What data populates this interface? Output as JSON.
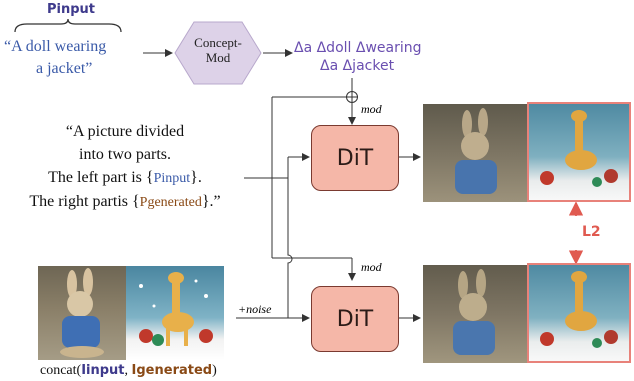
{
  "prompt": {
    "label": "Pinput",
    "line1": "“A doll wearing",
    "line2": "a jacket”"
  },
  "concept_mod": {
    "line1": "Concept-",
    "line2": "Mod"
  },
  "delta_prompt": {
    "line1": "Δa Δdoll Δwearing",
    "line2": "Δa Δjacket"
  },
  "mod_label": "mod",
  "mod_label_2": "mod",
  "template": {
    "line1": "“A picture divided",
    "line2": "into two parts.",
    "line3_prefix": "The left part is {",
    "line3_token": "Pinput",
    "line3_suffix": "}.",
    "line4_prefix": "The right partis {",
    "line4_token": "Pgenerated",
    "line4_suffix": "}.”"
  },
  "dit_top": "DiT",
  "dit_bottom": "DiT",
  "noise_label": "+noise",
  "loss_label": "L2",
  "concat": {
    "prefix": "concat(",
    "input": "Iinput",
    "sep": ", ",
    "generated": "Igenerated",
    "suffix": ")"
  },
  "colors": {
    "dit_fill": "#f5b7a8",
    "concept_mod_fill": "#ddd2e8",
    "loss_red": "#e05a50",
    "prompt_blue": "#3a5aa8",
    "delta_violet": "#6a4fb0"
  }
}
